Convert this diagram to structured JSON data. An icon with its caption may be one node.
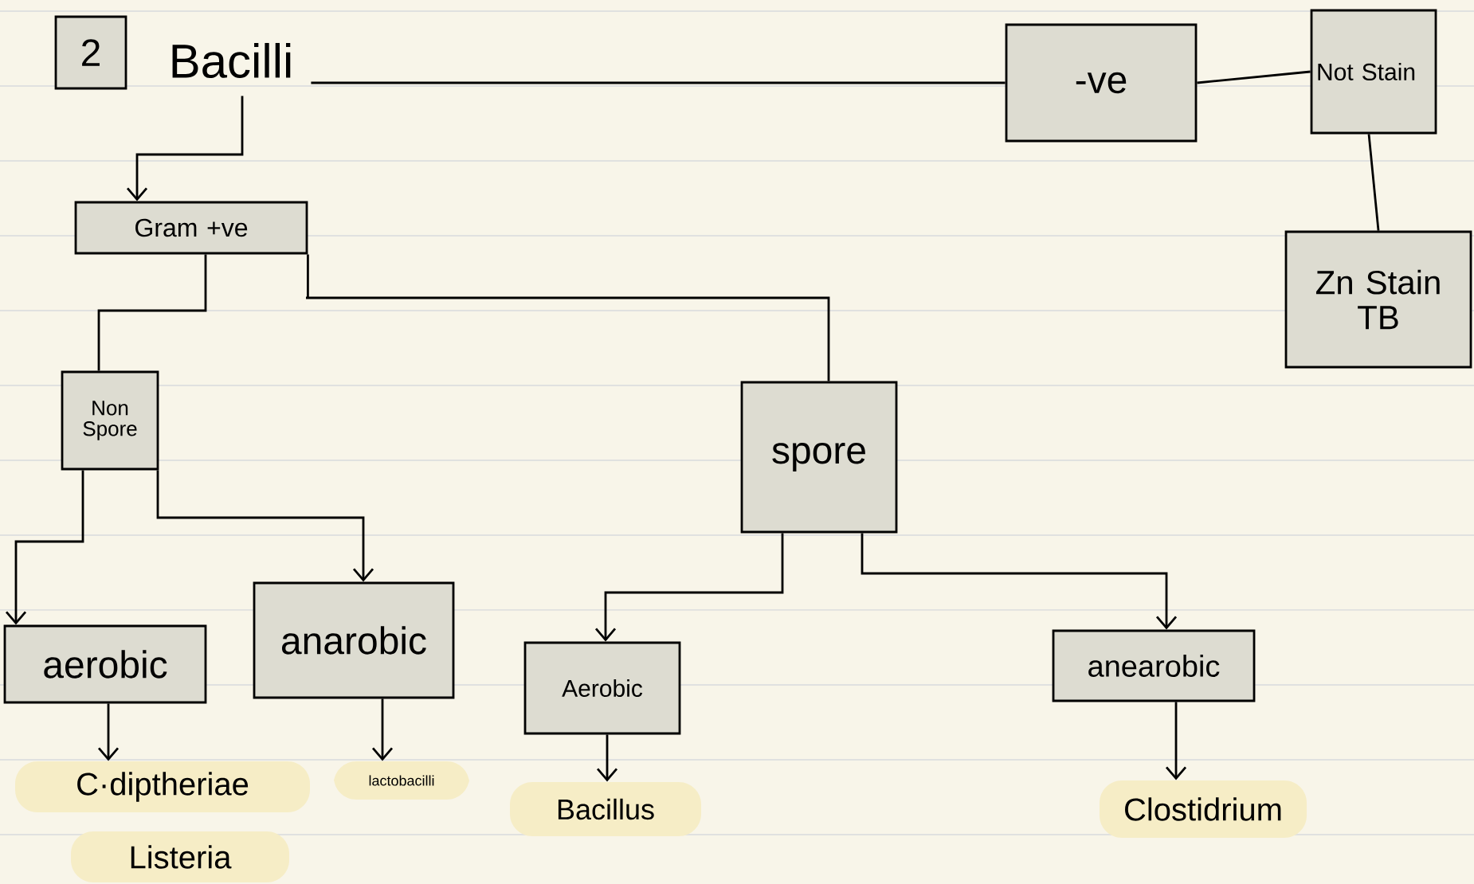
{
  "diagram": {
    "nodes": [
      {
        "text": [
          "2"
        ]
      },
      {
        "text": [
          "Bacilli"
        ]
      },
      {
        "text": [
          "Gram +ve"
        ]
      },
      {
        "text": [
          "-ve"
        ]
      },
      {
        "text": [
          "Not Stain"
        ]
      },
      {
        "text": [
          "Zn Stain TB"
        ]
      },
      {
        "text": [
          "Non Spore"
        ]
      },
      {
        "text": [
          "spore"
        ]
      },
      {
        "text": [
          "aerobic"
        ]
      },
      {
        "text": [
          "anarobic"
        ]
      },
      {
        "text": [
          "Aerobic"
        ]
      },
      {
        "text": [
          "anearobic"
        ]
      },
      {
        "text": [
          "C·diptheriae"
        ]
      },
      {
        "text": [
          "Listeria"
        ]
      },
      {
        "text": [
          "lactobacilli"
        ]
      },
      {
        "text": [
          "Bacillus"
        ]
      },
      {
        "text": [
          "Clostidrium"
        ]
      }
    ],
    "edges": [
      {
        "from": 1,
        "to": 2,
        "arrow": "to"
      },
      {
        "from": 1,
        "to": 3,
        "arrow": "none"
      },
      {
        "from": 3,
        "to": 4,
        "arrow": "none"
      },
      {
        "from": 4,
        "to": 5,
        "arrow": "none"
      },
      {
        "from": 2,
        "to": 6,
        "arrow": "none"
      },
      {
        "from": 2,
        "to": 7,
        "arrow": "none"
      },
      {
        "from": 6,
        "to": 8,
        "arrow": "to"
      },
      {
        "from": 6,
        "to": 9,
        "arrow": "to"
      },
      {
        "from": 7,
        "to": 10,
        "arrow": "to"
      },
      {
        "from": 7,
        "to": 11,
        "arrow": "to"
      },
      {
        "from": 8,
        "to": 12,
        "arrow": "to"
      },
      {
        "from": 9,
        "to": 14,
        "arrow": "to"
      },
      {
        "from": 10,
        "to": 15,
        "arrow": "to"
      },
      {
        "from": 11,
        "to": 16,
        "arrow": "to"
      }
    ]
  }
}
